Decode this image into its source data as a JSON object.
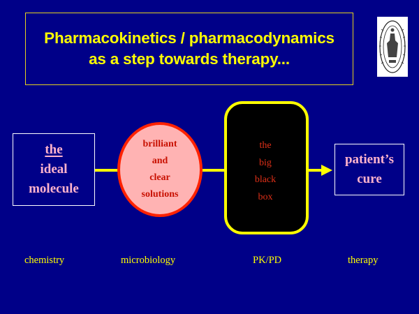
{
  "title": {
    "line1": "Pharmacokinetics / pharmacodynamics",
    "line2": "as a step towards therapy..."
  },
  "logo": {
    "icon": "university-seal-icon"
  },
  "molecule": {
    "line1": "the",
    "line2": "ideal",
    "line3": "molecule"
  },
  "solutions": {
    "line1": "brilliant",
    "line2": "and",
    "line3": "clear",
    "line4": "solutions"
  },
  "black_box": {
    "line1": "the",
    "line2": "big",
    "line3": "black",
    "line4": "box"
  },
  "cure": {
    "line1": "patient’s",
    "line2": "cure"
  },
  "labels": {
    "chemistry": "chemistry",
    "microbiology": "microbiology",
    "pkpd": "PK/PD",
    "therapy": "therapy"
  },
  "colors": {
    "background": "#000088",
    "title_text": "#ffff00",
    "connector": "#ffff00",
    "pink_text": "#ffb3cc",
    "ellipse_fill": "#ffb3b3",
    "ellipse_border": "#ff2200",
    "black_box_border": "#ffff00"
  }
}
